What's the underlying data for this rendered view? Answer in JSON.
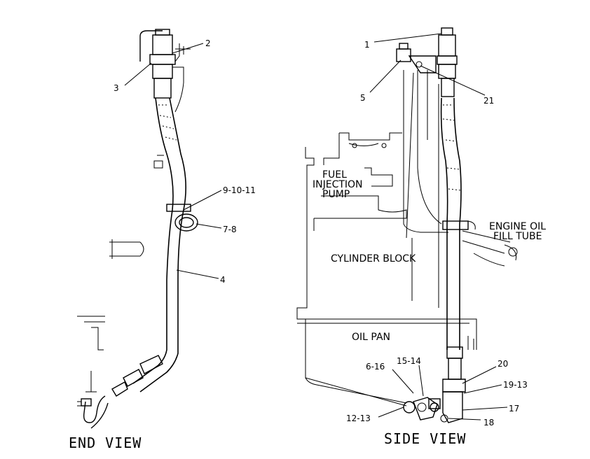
{
  "views": {
    "end": {
      "caption": "END VIEW"
    },
    "side": {
      "caption": "SIDE VIEW"
    }
  },
  "part_labels": {
    "fuel_injection_pump": [
      "FUEL",
      "INJECTION",
      "PUMP"
    ],
    "cylinder_block": "CYLINDER BLOCK",
    "oil_pan": "OIL PAN",
    "engine_oil_fill_tube": [
      "ENGINE OIL",
      "FILL TUBE"
    ]
  },
  "callouts_end": {
    "c2": "2",
    "c3": "3",
    "c9_10_11": "9-10-11",
    "c7_8": "7-8",
    "c4": "4"
  },
  "callouts_side": {
    "c1": "1",
    "c5": "5",
    "c21": "21",
    "c20": "20",
    "c19_13": "19-13",
    "c17": "17",
    "c18": "18",
    "c6_16": "6-16",
    "c15_14": "15-14",
    "c12_13": "12-13"
  }
}
